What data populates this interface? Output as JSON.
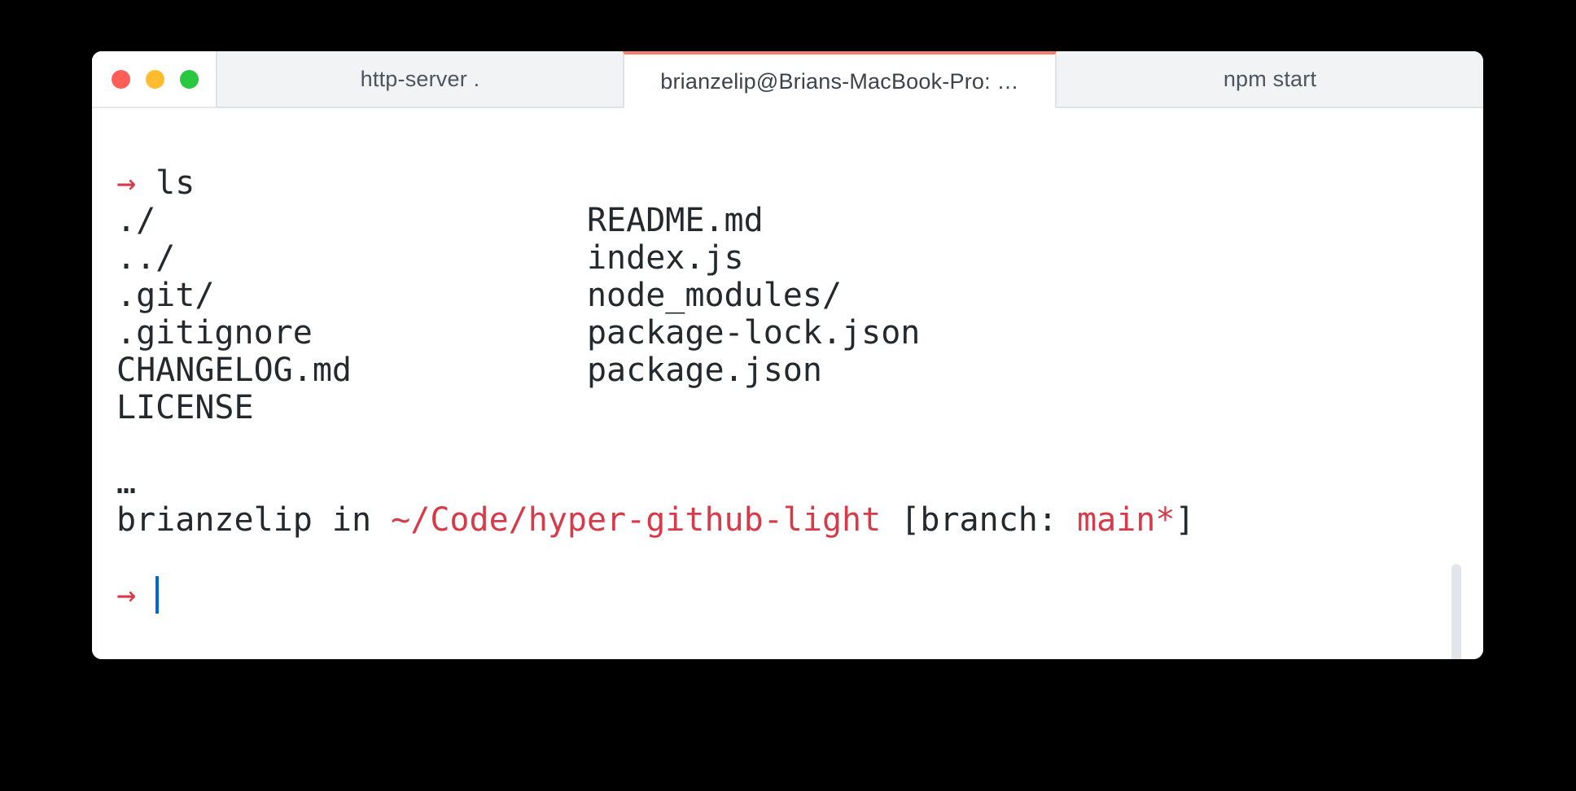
{
  "window": {
    "traffic_lights": [
      {
        "name": "close",
        "color": "#ff5f57"
      },
      {
        "name": "minimize",
        "color": "#febc2e"
      },
      {
        "name": "zoom",
        "color": "#28c840"
      }
    ],
    "tabs": [
      {
        "label": "http-server .",
        "active": false
      },
      {
        "label": "brianzelip@Brians-MacBook-Pro: …",
        "active": true
      },
      {
        "label": "npm start",
        "active": false
      }
    ],
    "active_tab_accent": "#f5806c"
  },
  "terminal": {
    "colors": {
      "foreground": "#24292e",
      "red": "#d73a49",
      "cursor_blue": "#0366d6",
      "background": "#ffffff"
    },
    "lines": [
      {
        "segments": [
          {
            "text": "→",
            "color": "red"
          },
          {
            "text": " ls",
            "color": "fg"
          }
        ]
      },
      {
        "segments": [
          {
            "text": "./",
            "color": "fg",
            "pad": 24
          },
          {
            "text": "README.md",
            "color": "fg"
          }
        ]
      },
      {
        "segments": [
          {
            "text": "../",
            "color": "fg",
            "pad": 24
          },
          {
            "text": "index.js",
            "color": "fg"
          }
        ]
      },
      {
        "segments": [
          {
            "text": ".git/",
            "color": "fg",
            "pad": 24
          },
          {
            "text": "node_modules/",
            "color": "fg"
          }
        ]
      },
      {
        "segments": [
          {
            "text": ".gitignore",
            "color": "fg",
            "pad": 24
          },
          {
            "text": "package-lock.json",
            "color": "fg"
          }
        ]
      },
      {
        "segments": [
          {
            "text": "CHANGELOG.md",
            "color": "fg",
            "pad": 24
          },
          {
            "text": "package.json",
            "color": "fg"
          }
        ]
      },
      {
        "segments": [
          {
            "text": "LICENSE",
            "color": "fg"
          }
        ]
      },
      {
        "segments": []
      },
      {
        "segments": [
          {
            "text": "…",
            "color": "fg"
          }
        ]
      },
      {
        "segments": [
          {
            "text": "brianzelip in ",
            "color": "fg"
          },
          {
            "text": "~/Code/hyper-github-light",
            "color": "red"
          },
          {
            "text": " [branch: ",
            "color": "fg"
          },
          {
            "text": "main*",
            "color": "red"
          },
          {
            "text": "]",
            "color": "fg"
          }
        ]
      },
      {
        "segments": []
      },
      {
        "segments": [
          {
            "text": "→",
            "color": "red"
          },
          {
            "text": " ",
            "color": "fg"
          },
          {
            "type": "cursor"
          }
        ]
      }
    ]
  }
}
